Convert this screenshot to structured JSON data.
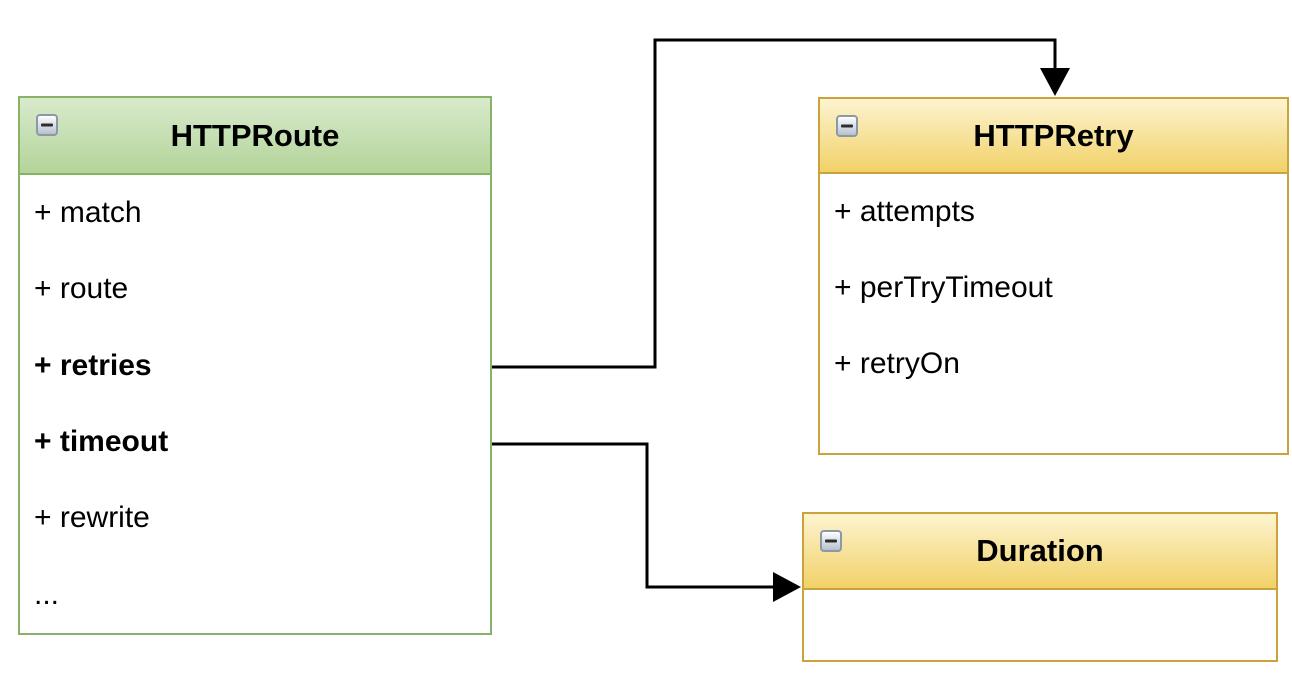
{
  "diagram": {
    "type": "uml-class-diagram",
    "background": "#ffffff",
    "classes": [
      {
        "name": "HTTPRoute",
        "theme": "green",
        "collapse_icon": "minus",
        "fields": [
          {
            "label": "+ match",
            "bold": false
          },
          {
            "label": "+ route",
            "bold": false
          },
          {
            "label": "+ retries",
            "bold": true
          },
          {
            "label": "+ timeout",
            "bold": true
          },
          {
            "label": "+ rewrite",
            "bold": false
          },
          {
            "label": "...",
            "bold": false
          }
        ]
      },
      {
        "name": "HTTPRetry",
        "theme": "yellow",
        "collapse_icon": "minus",
        "fields": [
          {
            "label": "+ attempts",
            "bold": false
          },
          {
            "label": "+ perTryTimeout",
            "bold": false
          },
          {
            "label": "+ retryOn",
            "bold": false
          }
        ]
      },
      {
        "name": "Duration",
        "theme": "yellow",
        "collapse_icon": "minus",
        "fields": []
      }
    ],
    "edges": [
      {
        "from": "HTTPRoute.retries",
        "to": "HTTPRetry",
        "style": "orthogonal-arrow"
      },
      {
        "from": "HTTPRoute.timeout",
        "to": "Duration",
        "style": "orthogonal-arrow"
      }
    ],
    "colors": {
      "green_border": "#8ab168",
      "green_header_top": "#d9eacc",
      "green_header_bottom": "#b3d49a",
      "yellow_border": "#cba23c",
      "yellow_header_top": "#fdf4d0",
      "yellow_header_bottom": "#f1d168",
      "connector": "#000000"
    }
  }
}
